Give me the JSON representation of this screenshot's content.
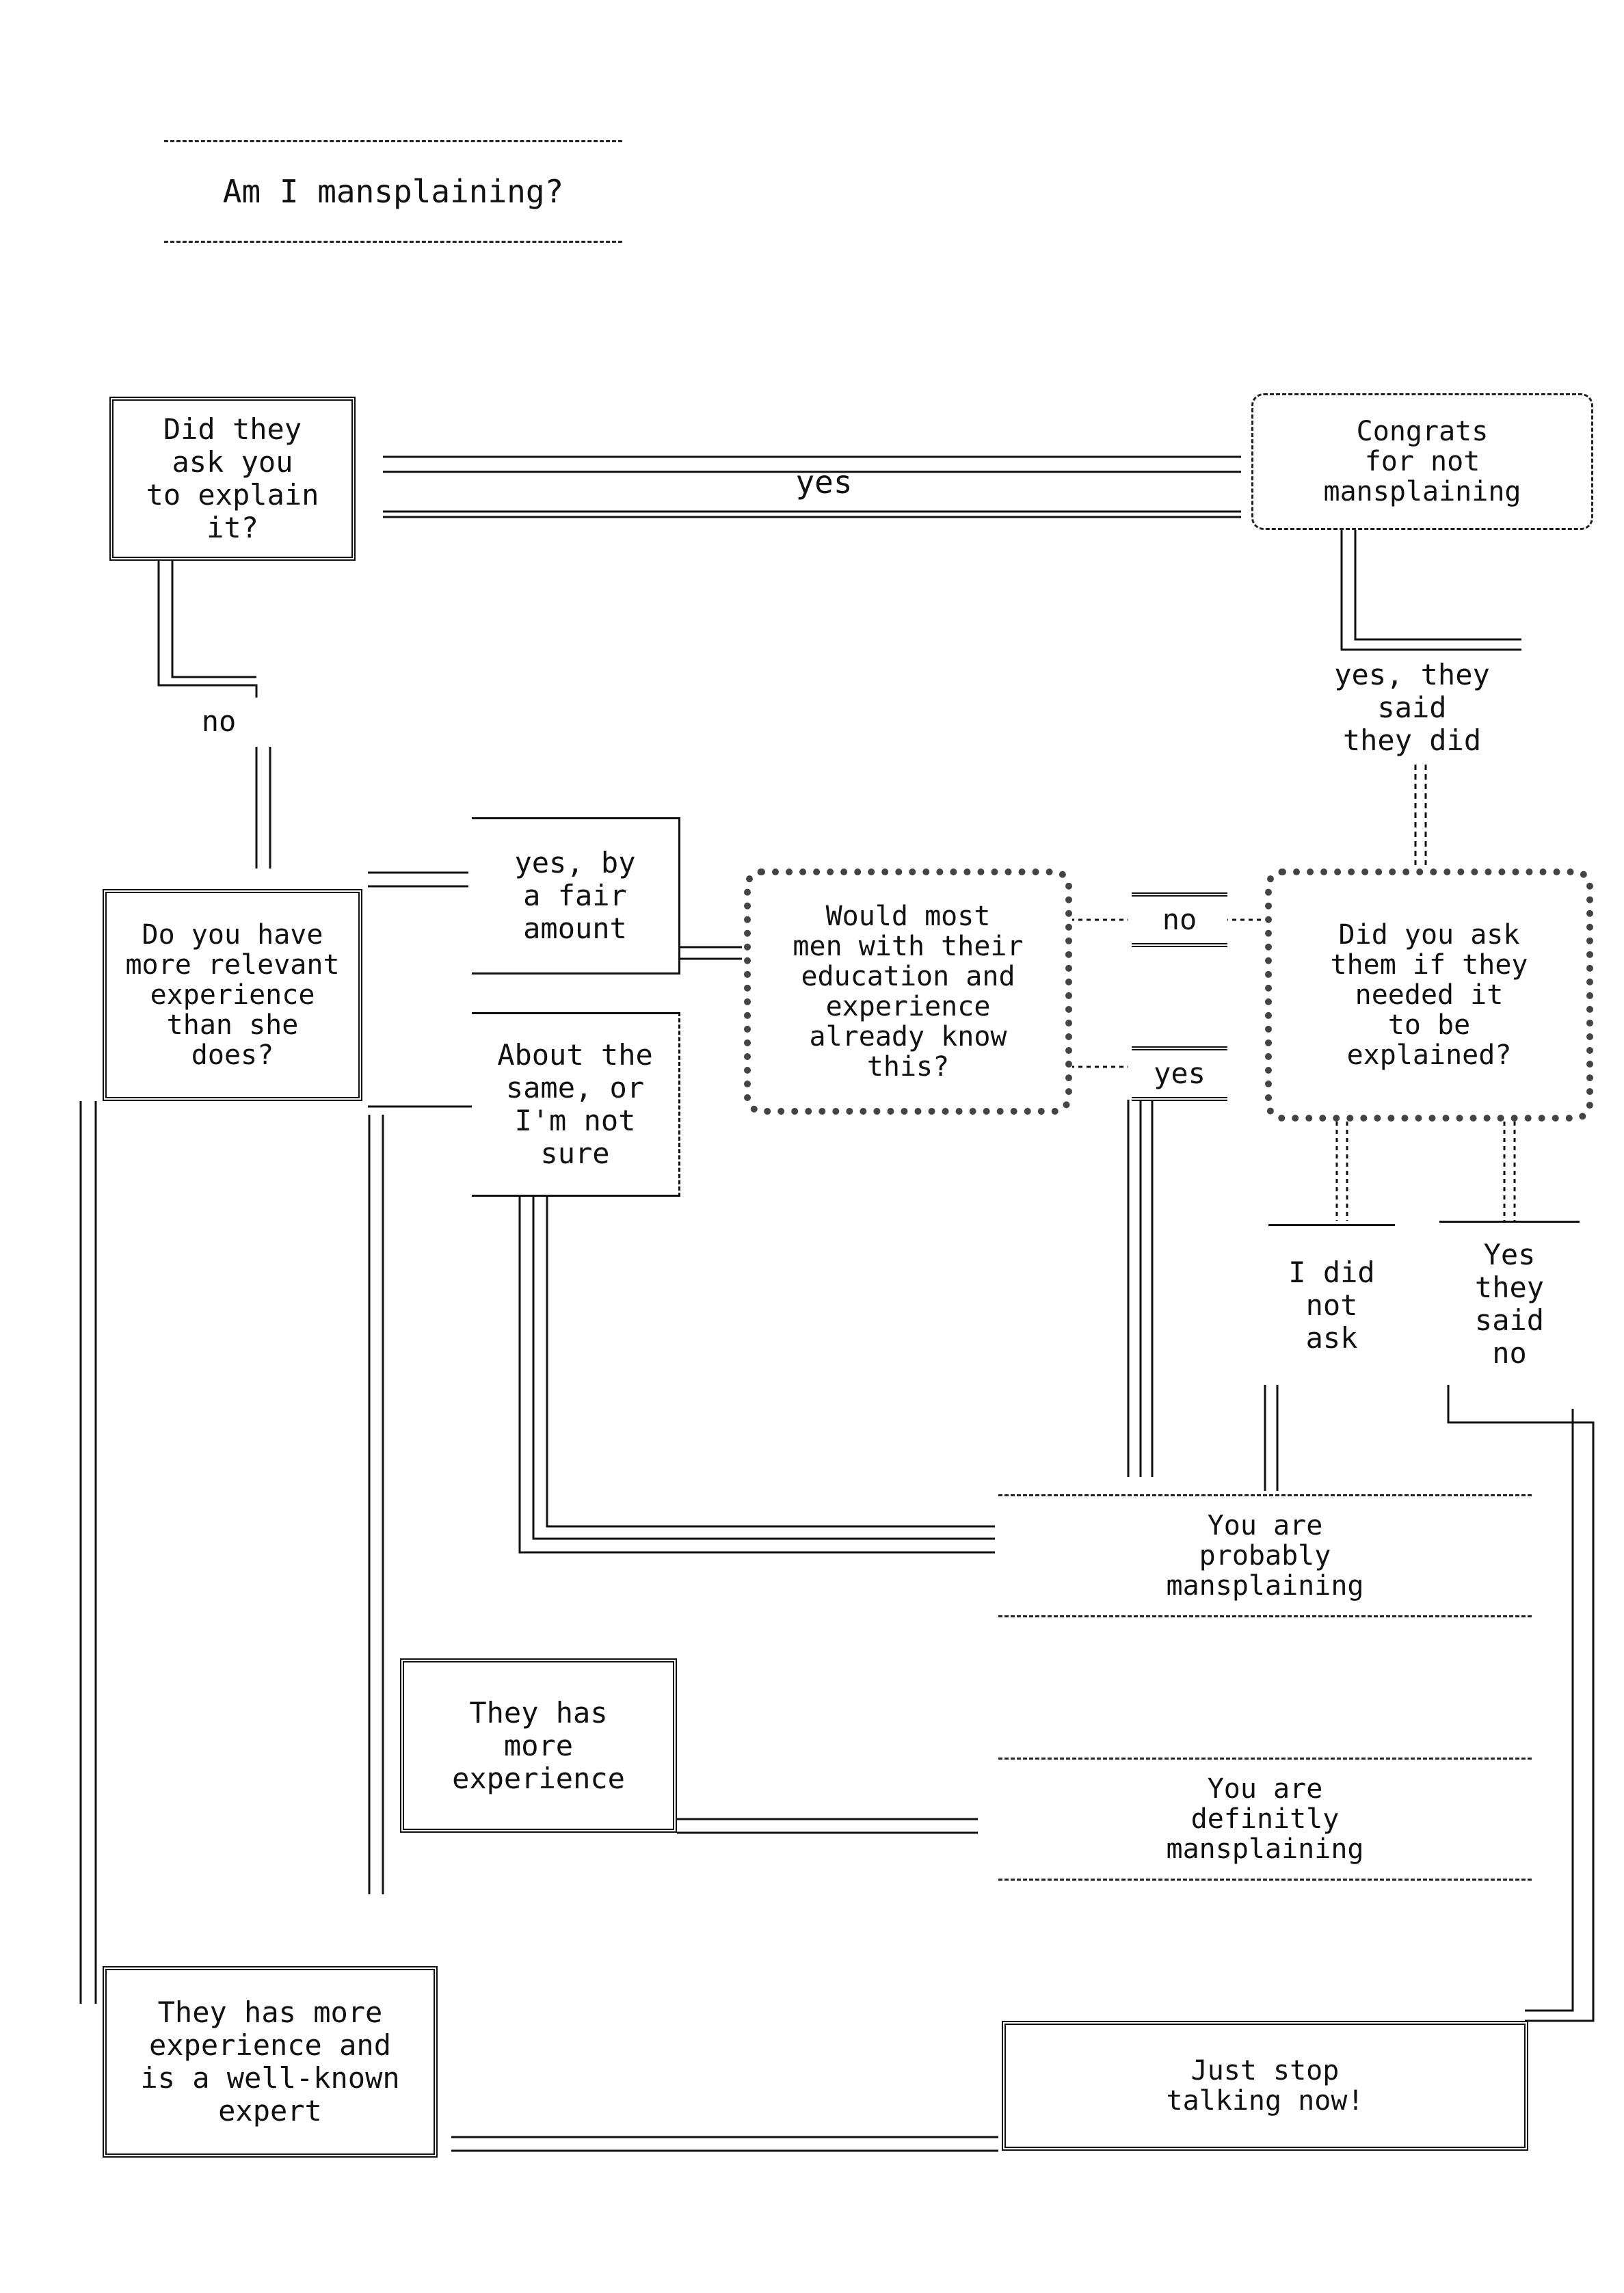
{
  "nodes": {
    "title": "Am I mansplaining?",
    "did_they_ask": "Did they\nask you\nto explain\nit?",
    "congrats": "Congrats\nfor not\nmansplaining",
    "relevant_experience": "Do you have\nmore relevant\nexperience\nthan she\ndoes?",
    "most_men": "Would most\nmen with their\neducation and\nexperience\nalready know\nthis?",
    "did_you_ask_needed": "Did you ask\nthem if they\nneeded it\nto be\nexplained?",
    "probably": "You are\nprobably\nmansplaining",
    "definitely": "You are\ndefinitly\nmansplaining",
    "they_more_experience": "They has\nmore\nexperience",
    "they_expert": "They has more\nexperience and\nis a well-known\nexpert",
    "stop_talking": "Just stop\ntalking now!"
  },
  "answers": {
    "yes_top": "yes",
    "no_left": "no",
    "yes_they_said": "yes, they said\nthey did",
    "yes_fair": "yes, by\na fair\namount",
    "about_same": "About the\nsame, or\nI'm not\nsure",
    "no_mid": "no",
    "yes_mid": "yes",
    "did_not_ask": "I did\nnot\nask",
    "said_no": "Yes\nthey\nsaid\nno"
  }
}
